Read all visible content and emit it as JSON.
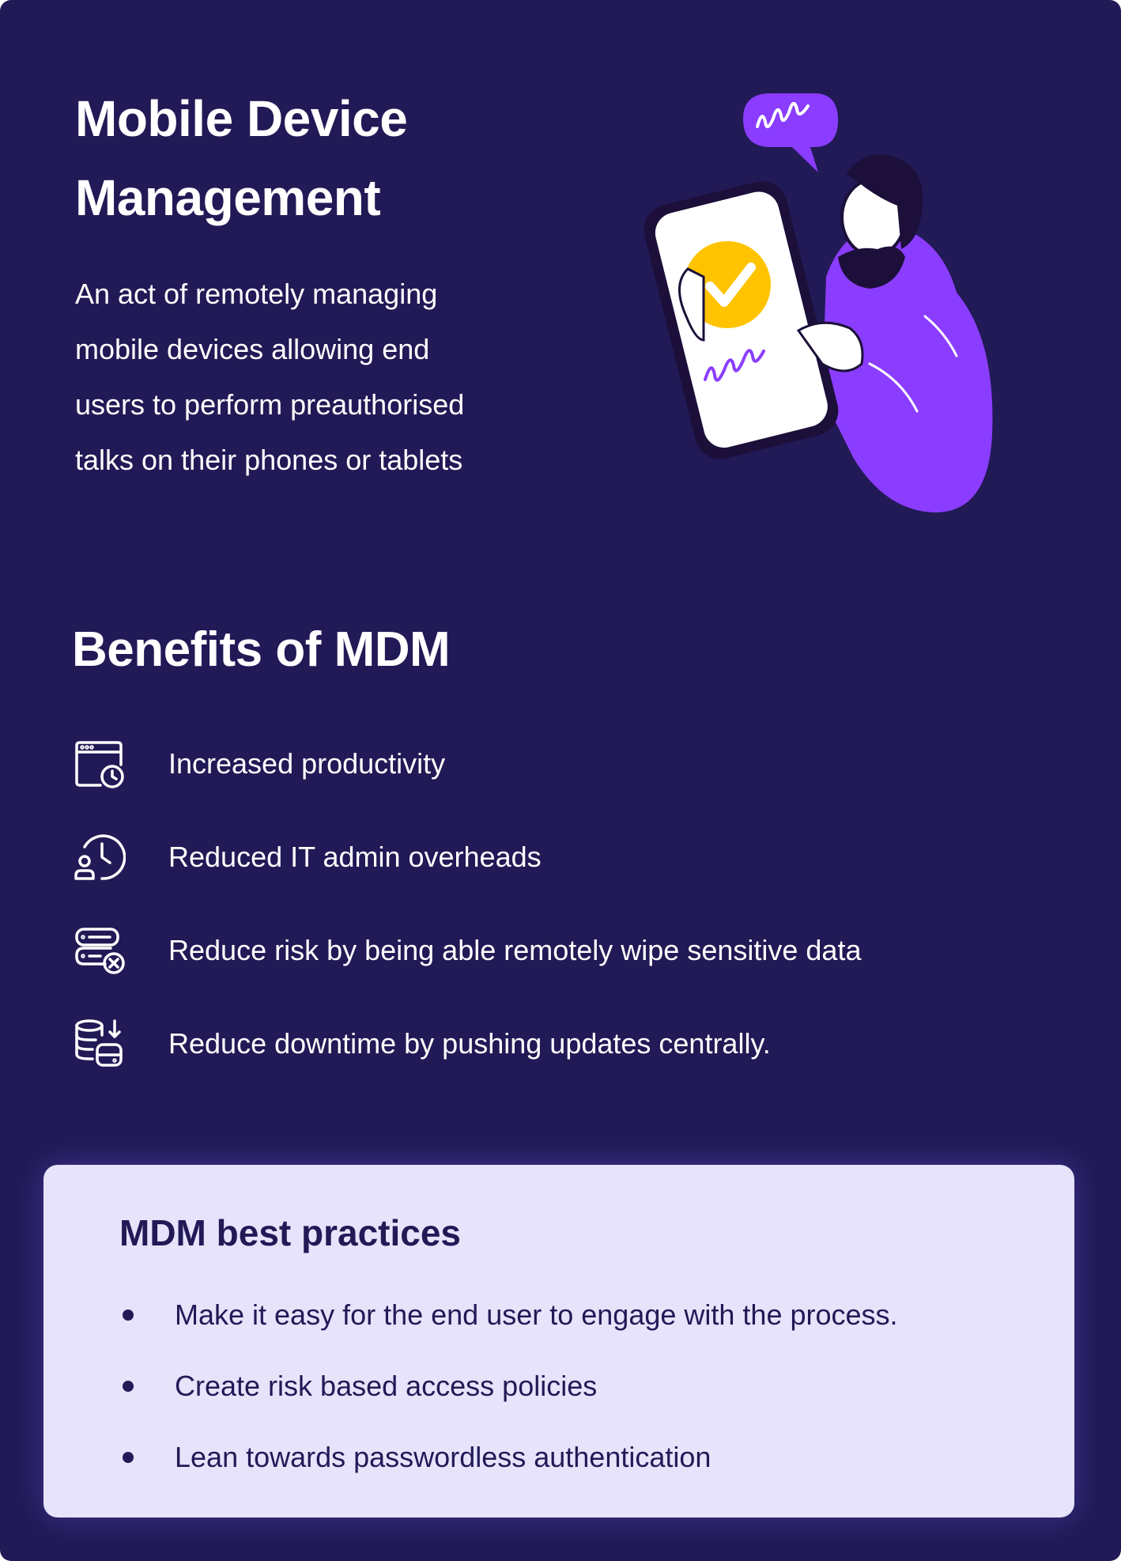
{
  "intro": {
    "title_lines": [
      "Mobile Device",
      "Management"
    ],
    "description_lines": [
      "An act of remotely managing",
      "mobile devices allowing end",
      "users to perform preauthorised",
      "talks on their phones or tablets"
    ]
  },
  "benefits": {
    "title": "Benefits of MDM",
    "items": [
      {
        "icon": "browser-timer-icon",
        "label": "Increased productivity"
      },
      {
        "icon": "user-clock-icon",
        "label": "Reduced IT admin overheads"
      },
      {
        "icon": "server-remove-icon",
        "label": "Reduce risk by being able remotely wipe sensitive data"
      },
      {
        "icon": "database-download-icon",
        "label": "Reduce downtime by pushing updates centrally."
      }
    ]
  },
  "practices": {
    "title": "MDM best practices",
    "items": [
      "Make it easy for the end user to engage with the process.",
      "Create risk based access policies",
      "Lean towards passwordless authentication"
    ]
  },
  "colors": {
    "background": "#211a56",
    "accent_purple": "#8b3dff",
    "check_yellow": "#ffc300",
    "panel": "#e6e3fb",
    "text_dark": "#211a56"
  }
}
